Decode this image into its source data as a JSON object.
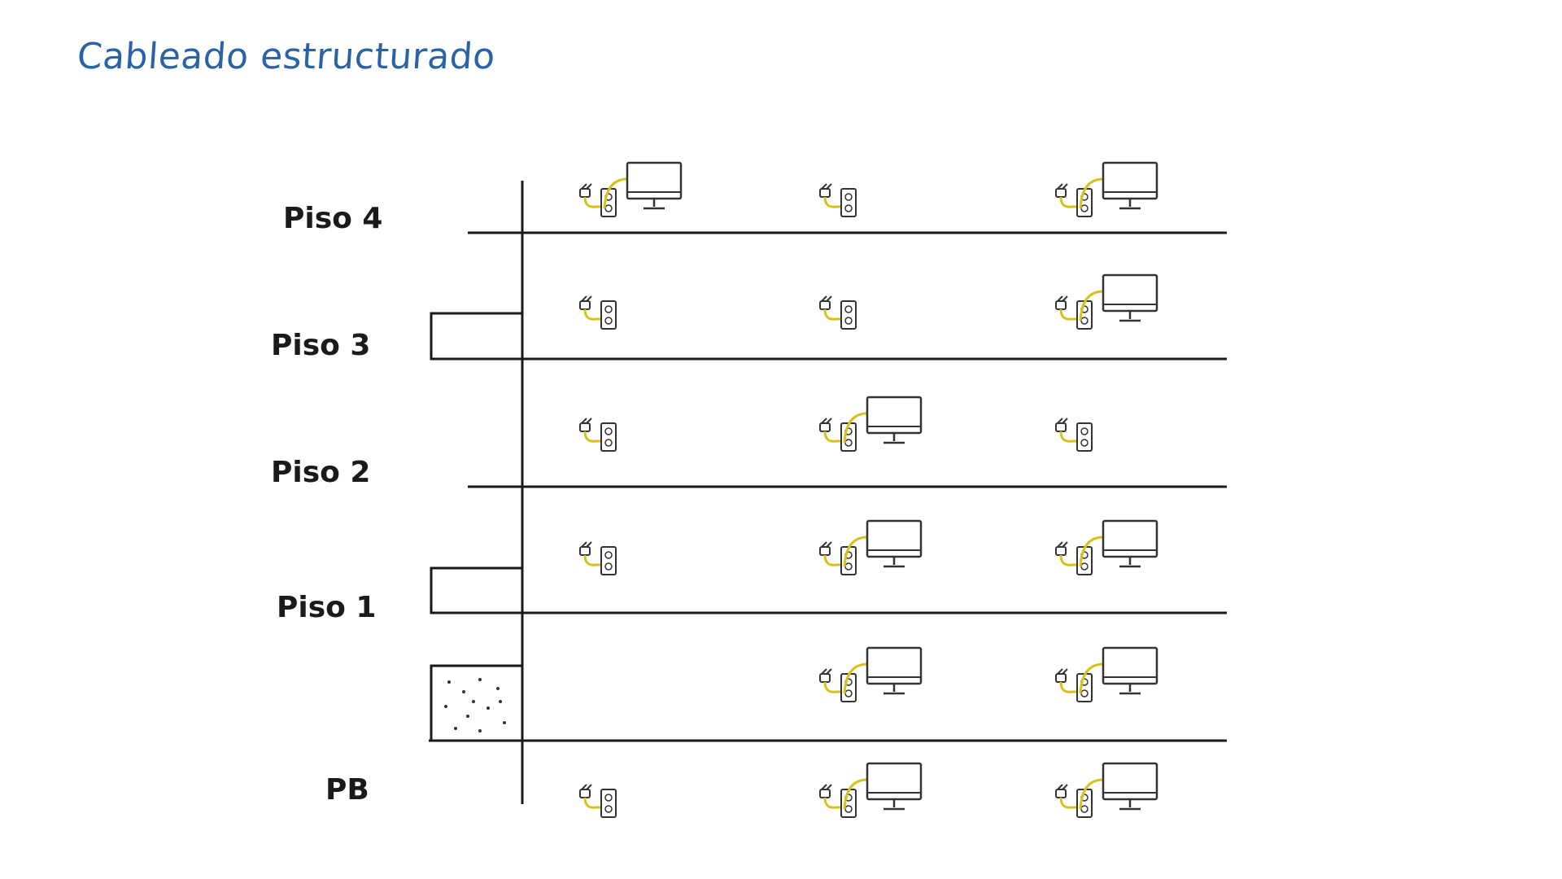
{
  "title": "Cableado estructurado",
  "colors": {
    "title": "#2a62a6",
    "line": "#1a1a1a",
    "cable": "#d6c21a",
    "device": "#333333"
  },
  "floors": [
    {
      "label": "Piso 4",
      "devices": [
        "outlet+pc",
        "outlet",
        "outlet+pc"
      ]
    },
    {
      "label": "Piso 3",
      "devices": [
        "outlet",
        "outlet",
        "outlet+pc"
      ]
    },
    {
      "label": "Piso 2",
      "devices": [
        "outlet",
        "outlet+pc",
        "outlet"
      ]
    },
    {
      "label": "Piso 1",
      "devices": [
        "outlet",
        "outlet+pc",
        "outlet+pc"
      ]
    },
    {
      "label": "",
      "devices": [
        "",
        "outlet+pc",
        "outlet+pc"
      ]
    },
    {
      "label": "PB",
      "devices": [
        "outlet",
        "outlet+pc",
        "outlet+pc"
      ]
    }
  ],
  "icons": [
    "wall-outlet-icon",
    "computer-monitor-icon",
    "network-cable-icon"
  ]
}
